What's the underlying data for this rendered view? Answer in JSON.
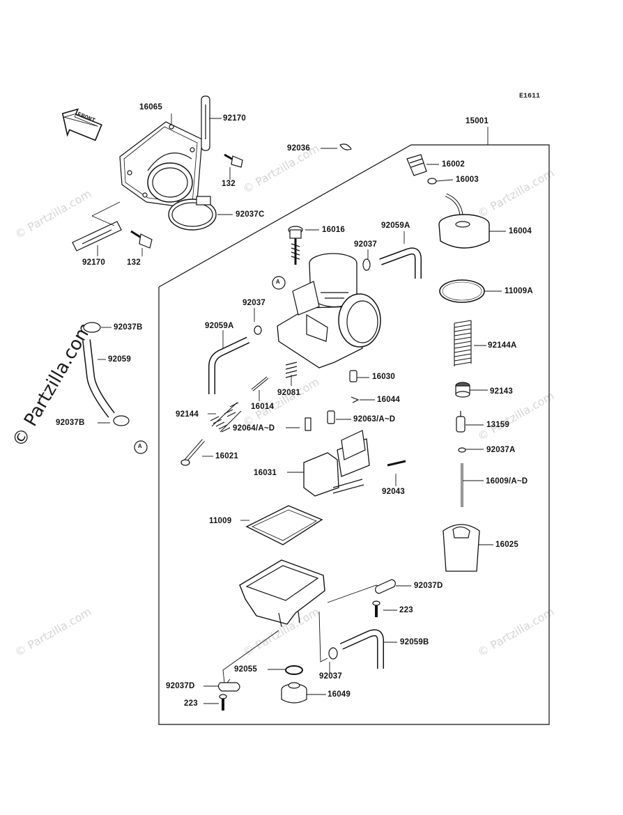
{
  "diagram": {
    "code": "E1611",
    "front_label": "FRONT",
    "callout": "A",
    "watermark_text": "© Partzilla.com",
    "parts": {
      "p16065": "16065",
      "p92170a": "92170",
      "p92170b": "92170",
      "p132a": "132",
      "p132b": "132",
      "p92037C": "92037C",
      "p15001": "15001",
      "p92036": "92036",
      "p16002": "16002",
      "p16003": "16003",
      "p16004": "16004",
      "p16016": "16016",
      "p92059A_top": "92059A",
      "p92037_top": "92037",
      "p11009A": "11009A",
      "p92037B_top": "92037B",
      "p92059": "92059",
      "p92037B_bot": "92037B",
      "p92037_mid": "92037",
      "p92059A_mid": "92059A",
      "p92144A": "92144A",
      "p16030": "16030",
      "p92081": "92081",
      "p16014": "16014",
      "p16044": "16044",
      "p92143": "92143",
      "p92144": "92144",
      "p92064": "92064/A~D",
      "p92063": "92063/A~D",
      "p13159": "13159",
      "p92037A": "92037A",
      "p16021": "16021",
      "p16031": "16031",
      "p92043": "92043",
      "p16009": "16009/A~D",
      "p11009": "11009",
      "p16025": "16025",
      "p92037D_right": "92037D",
      "p223_right": "223",
      "p92059B": "92059B",
      "p92037D_left": "92037D",
      "p92055": "92055",
      "p92037_bot": "92037",
      "p223_left": "223",
      "p16049": "16049"
    }
  }
}
